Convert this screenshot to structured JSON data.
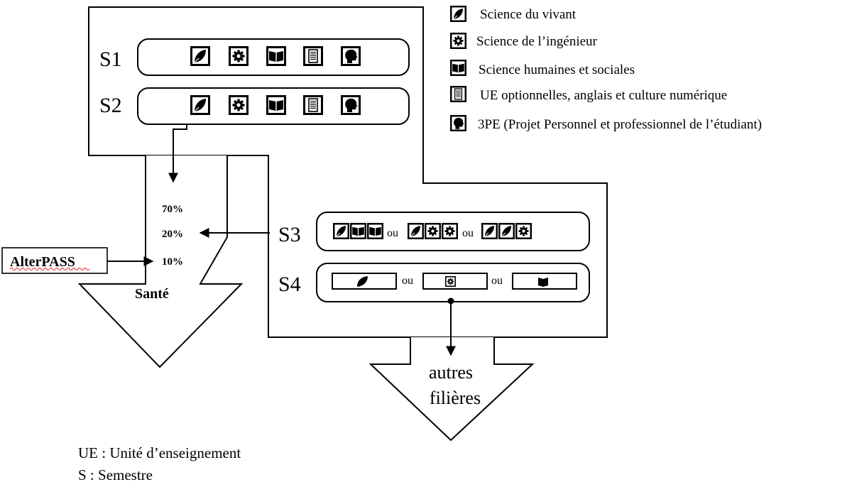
{
  "semesters": {
    "s1": "S1",
    "s2": "S2",
    "s3": "S3",
    "s4": "S4"
  },
  "s3_separators": [
    "ou",
    "ou"
  ],
  "s4_separators": [
    "ou",
    "ou"
  ],
  "sante": {
    "percent_70": "70%",
    "percent_20": "20%",
    "percent_10": "10%",
    "label": "Santé"
  },
  "alterpass": "AlterPASS",
  "autres": {
    "line1": "autres",
    "line2": "filières"
  },
  "legend": [
    {
      "icon": "leaf-icon",
      "label": "Science du vivant"
    },
    {
      "icon": "gear-icon",
      "label": "Science de l’ingénieur"
    },
    {
      "icon": "book-icon",
      "label": "Science humaines et sociales"
    },
    {
      "icon": "document-icon",
      "label": "UE optionnelles, anglais et culture numérique"
    },
    {
      "icon": "head-icon",
      "label": "3PE (Projet Personnel et professionnel de l’étudiant)"
    }
  ],
  "footnotes": {
    "ue": "UE : Unité d’enseignement",
    "s": "S : Semestre"
  }
}
